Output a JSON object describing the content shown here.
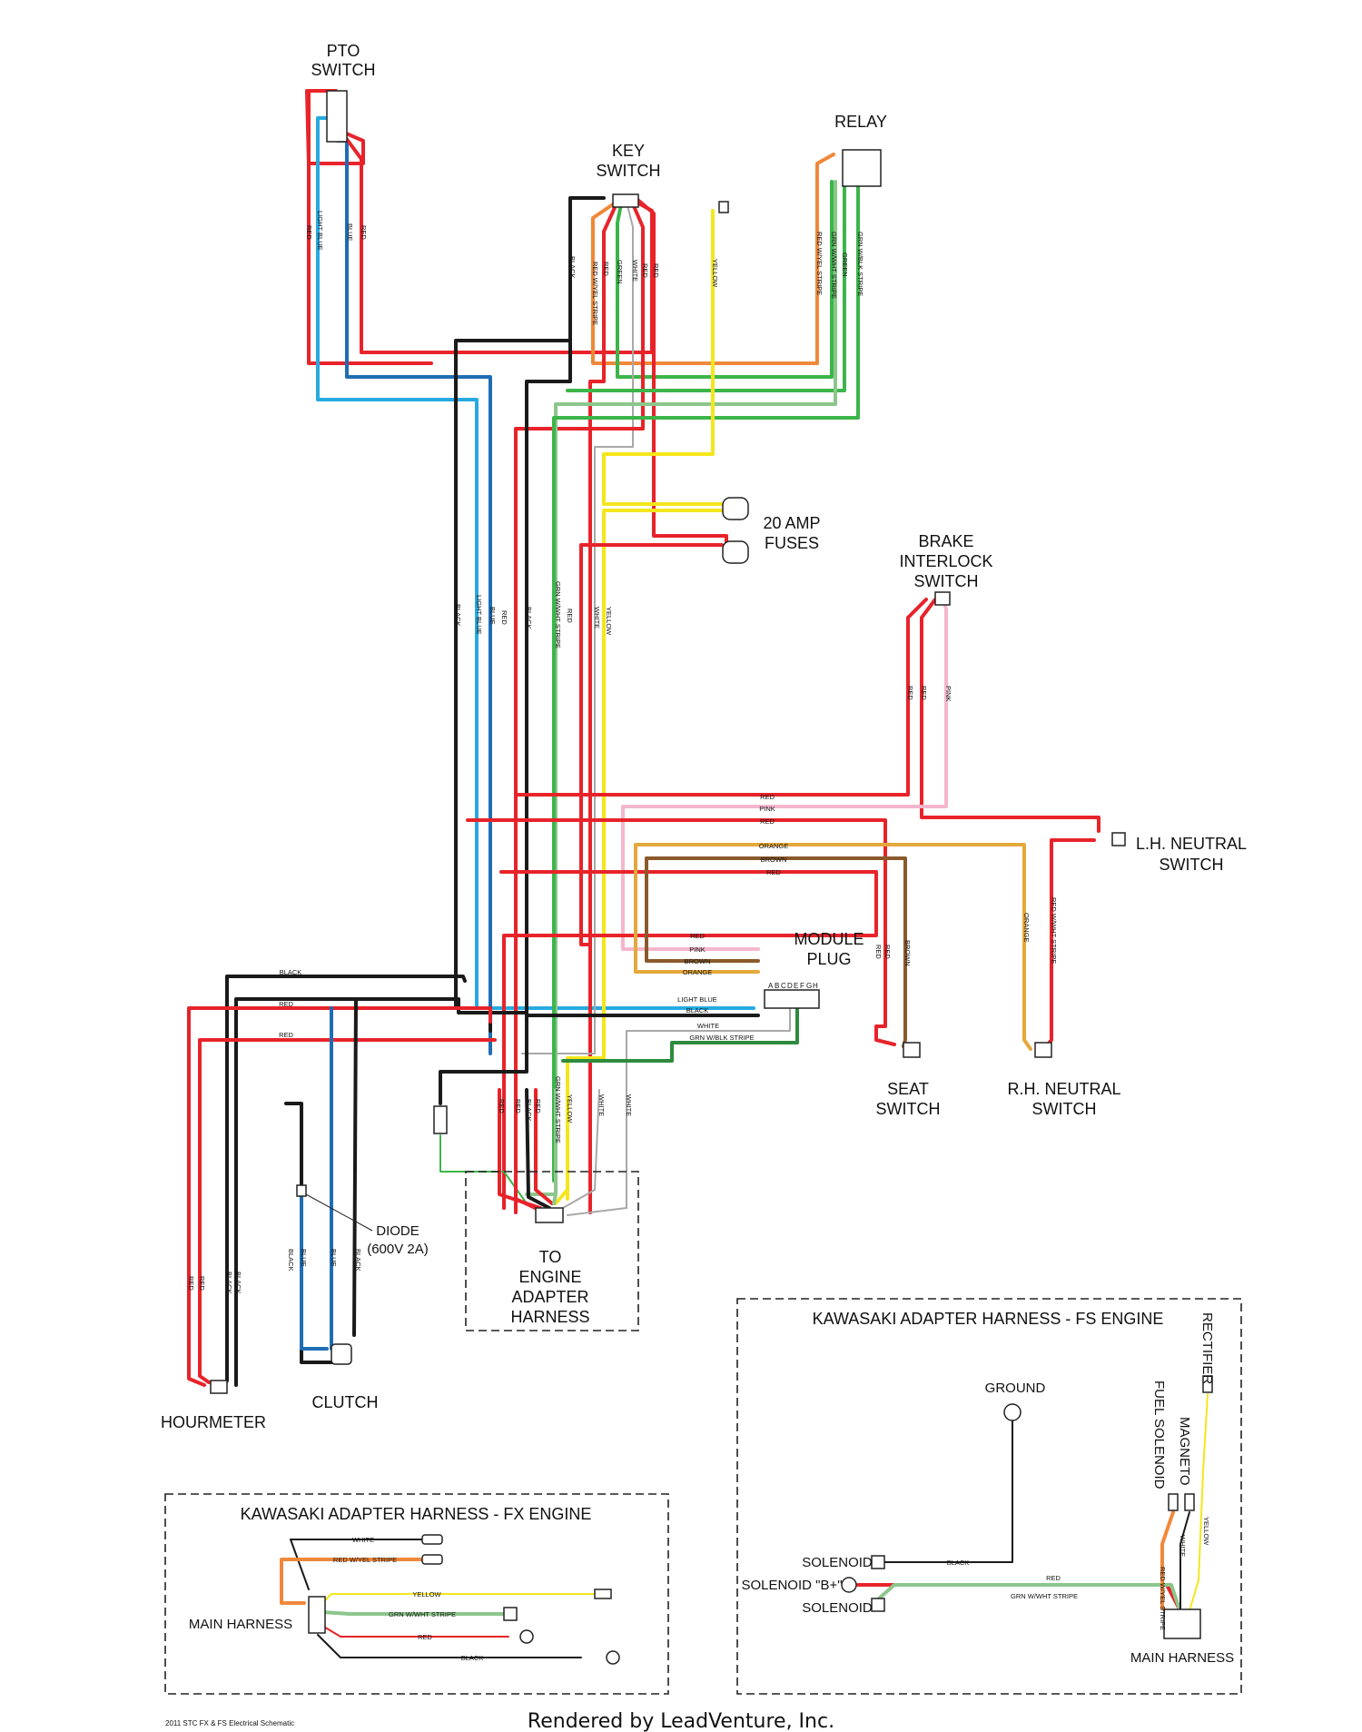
{
  "components": {
    "pto_switch": [
      "PTO",
      "SWITCH"
    ],
    "relay": "RELAY",
    "key_switch": [
      "KEY",
      "SWITCH"
    ],
    "fuses": [
      "20 AMP",
      "FUSES"
    ],
    "brake_interlock_switch": [
      "BRAKE",
      "INTERLOCK",
      "SWITCH"
    ],
    "lh_neutral_switch": [
      "L.H. NEUTRAL",
      "SWITCH"
    ],
    "module_plug": [
      "MODULE",
      "PLUG"
    ],
    "seat_switch": [
      "SEAT",
      "SWITCH"
    ],
    "rh_neutral_switch": [
      "R.H. NEUTRAL",
      "SWITCH"
    ],
    "diode": [
      "DIODE",
      "(600V 2A)"
    ],
    "engine_adapter": [
      "TO",
      "ENGINE",
      "ADAPTER",
      "HARNESS"
    ],
    "clutch": "CLUTCH",
    "hourmeter": "HOURMETER"
  },
  "fx_box": {
    "title": "KAWASAKI ADAPTER HARNESS - FX ENGINE",
    "main_harness": "MAIN HARNESS",
    "wires": [
      "WHITE",
      "RED W/YEL STRIPE",
      "YELLOW",
      "GRN W/WHT STRIPE",
      "RED",
      "BLACK"
    ]
  },
  "fs_box": {
    "title": "KAWASAKI ADAPTER HARNESS - FS ENGINE",
    "ground": "GROUND",
    "rectifier": "RECTIFIER",
    "fuel_solenoid": "FUEL SOLENOID",
    "magneto": "MAGNETO",
    "solenoid": "SOLENOID",
    "solenoid_b": "SOLENOID \"B+\"",
    "main_harness": "MAIN HARNESS",
    "wires": [
      "BLACK",
      "RED",
      "GRN W/WHT STRIPE",
      "RED W/YEL STRIPE",
      "WHITE",
      "YELLOW"
    ]
  },
  "wire_labels": {
    "pto": [
      "LIGHT BLUE",
      "RED",
      "BLUE",
      "RED"
    ],
    "key": [
      "BLACK",
      "RED W/YEL STRIPE",
      "RED",
      "GREEN",
      "WHITE",
      "RED",
      "RED"
    ],
    "yellow_top": "YELLOW",
    "relay": [
      "RED W/YEL STRIPE",
      "GRN W/WHT STRIPE",
      "GREEN",
      "GRN W/BLK STRIPE"
    ],
    "trunk": [
      "BLACK",
      "LIGHT BLUE",
      "BLUE",
      "RED",
      "BLACK",
      "GRN W/WHT STRIPE",
      "RED",
      "WHITE",
      "YELLOW"
    ],
    "brake": [
      "RED",
      "RED",
      "PINK"
    ],
    "horizontal": [
      "RED",
      "PINK",
      "RED",
      "ORANGE",
      "BROWN",
      "RED"
    ],
    "module_in": [
      "RED",
      "PINK",
      "BROWN",
      "ORANGE",
      "LIGHT BLUE",
      "BLACK",
      "WHITE",
      "GRN W/BLK STRIPE"
    ],
    "seat": [
      "RED",
      "RED",
      "BROWN"
    ],
    "rh_neutral": [
      "ORANGE",
      "RED W/WHT STRIPE"
    ],
    "left": [
      "BLACK",
      "RED",
      "RED"
    ],
    "engine": [
      "RED",
      "RED",
      "BLACK",
      "RED",
      "YELLOW",
      "GRN W/WHT STRIPE",
      "WHITE",
      "WHITE"
    ],
    "clutch": [
      "BLACK",
      "BLUE",
      "BLUE",
      "BLACK"
    ],
    "hourmeter": [
      "RED",
      "RED",
      "BLACK",
      "BLACK"
    ]
  },
  "module_pins": [
    "A",
    "B",
    "C",
    "D",
    "E",
    "F",
    "G",
    "H"
  ],
  "footer": {
    "caption": "2011 STC FX & FS Electrical Schematic",
    "rendered_by": "Rendered by LeadVenture, Inc."
  },
  "colors": {
    "red": "#e8232a",
    "black": "#1a1a1a",
    "blue": "#1e6db5",
    "light_blue": "#27aae1",
    "green": "#3cb54a",
    "light_green": "#8cc68c",
    "yellow": "#f4e61c",
    "orange": "#f0883a",
    "brown": "#8b5a2b",
    "pink": "#f4b6cd",
    "white_wire": "#a8a8a8",
    "gold": "#e5a83a",
    "grn_blk": "#2e8b3e"
  }
}
